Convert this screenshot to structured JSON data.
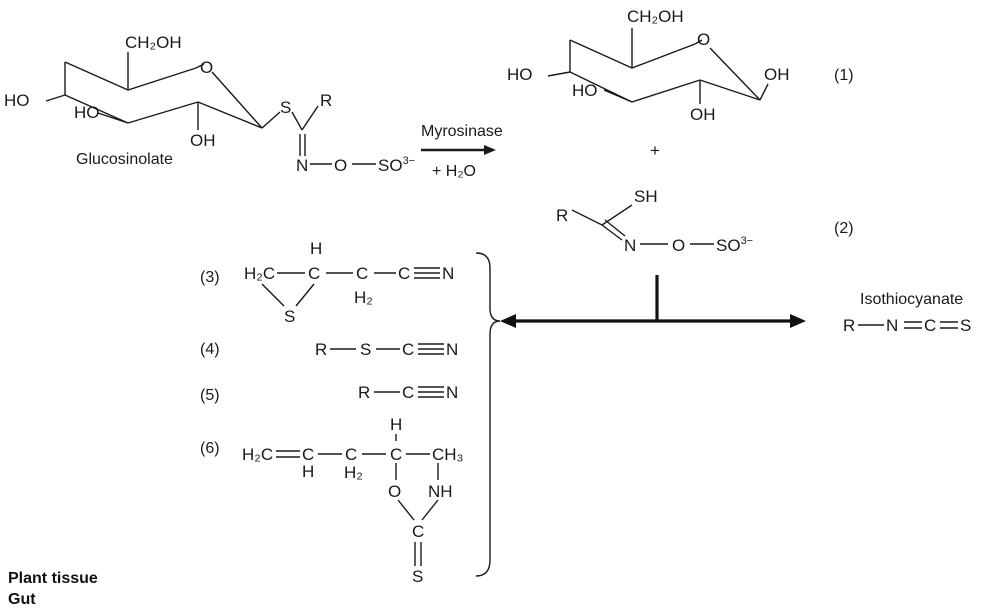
{
  "glucosinolate": {
    "ch2oh": "CH₂OH",
    "o_ring": "O",
    "ho_left": "HO",
    "ho_inner": "HO",
    "oh_bottom": "OH",
    "s": "S",
    "r": "R",
    "n": "N",
    "o": "O",
    "so3": "SO",
    "so3_charge": "3−",
    "name": "Glucosinolate"
  },
  "reaction": {
    "enzyme": "Myrosinase",
    "water": "+ H₂O",
    "plus": "+"
  },
  "glucose": {
    "ch2oh": "CH₂OH",
    "o_ring": "O",
    "ho_left": "HO",
    "ho_inner": "HO",
    "oh_right": "OH",
    "oh_bottom": "OH",
    "number": "(1)"
  },
  "thiohydroximate": {
    "sh": "SH",
    "r": "R",
    "n": "N",
    "o": "O",
    "so3": "SO",
    "so3_charge": "3−",
    "number": "(2)"
  },
  "isothiocyanate": {
    "name": "Isothiocyanate",
    "r": "R",
    "n": "N",
    "c": "C",
    "s": "S"
  },
  "products": {
    "p3": {
      "number": "(3)",
      "h2c": "H₂C",
      "c1": "C",
      "h_top": "H",
      "c2": "C",
      "h2": "H₂",
      "c3": "C",
      "n": "N",
      "s": "S"
    },
    "p4": {
      "number": "(4)",
      "r": "R",
      "s": "S",
      "c": "C",
      "n": "N"
    },
    "p5": {
      "number": "(5)",
      "r": "R",
      "c": "C",
      "n": "N"
    },
    "p6": {
      "number": "(6)",
      "h2c": "H₂C",
      "c1": "C",
      "h_under": "H",
      "c2": "C",
      "h2": "H₂",
      "h_top": "H",
      "c3": "C",
      "ch3": "CH₃",
      "o": "O",
      "nh": "NH",
      "c4": "C",
      "s": "S"
    }
  },
  "legend": {
    "plant_tissue": "Plant tissue",
    "gut": "Gut"
  }
}
